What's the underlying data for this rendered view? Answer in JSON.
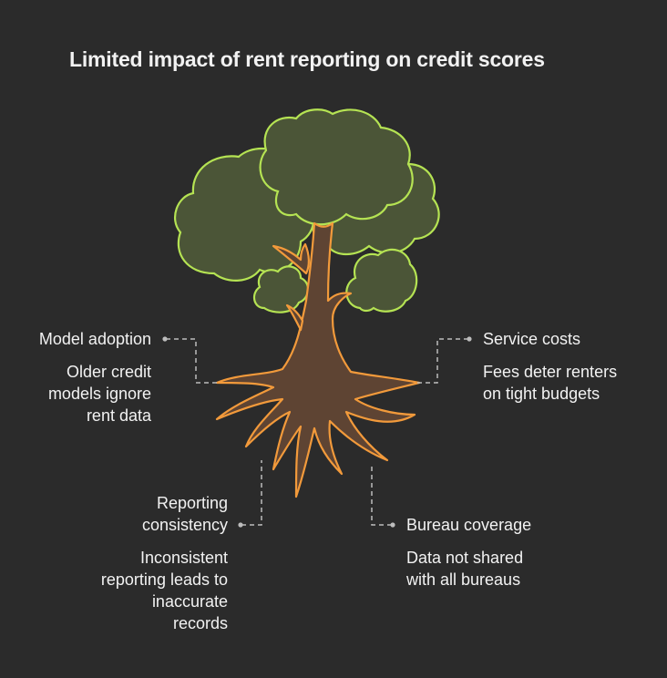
{
  "title": "Limited impact of rent reporting on credit scores",
  "colors": {
    "background": "#2b2b2b",
    "text": "#f2f2f2",
    "foliage_fill": "#4b5537",
    "foliage_stroke": "#b5e353",
    "trunk_fill": "#5e4433",
    "trunk_stroke": "#f29a3b",
    "connector": "#bdbdbd"
  },
  "factors": [
    {
      "id": "model-adoption",
      "label": "Model adoption",
      "description": [
        "Older credit",
        "models ignore",
        "rent data"
      ]
    },
    {
      "id": "service-costs",
      "label": "Service costs",
      "description": [
        "Fees deter renters",
        "on tight budgets"
      ]
    },
    {
      "id": "reporting-consistency",
      "label": [
        "Reporting",
        "consistency"
      ],
      "description": [
        "Inconsistent",
        "reporting leads to",
        "inaccurate",
        "records"
      ]
    },
    {
      "id": "bureau-coverage",
      "label": "Bureau coverage",
      "description": [
        "Data not shared",
        "with all bureaus"
      ]
    }
  ]
}
